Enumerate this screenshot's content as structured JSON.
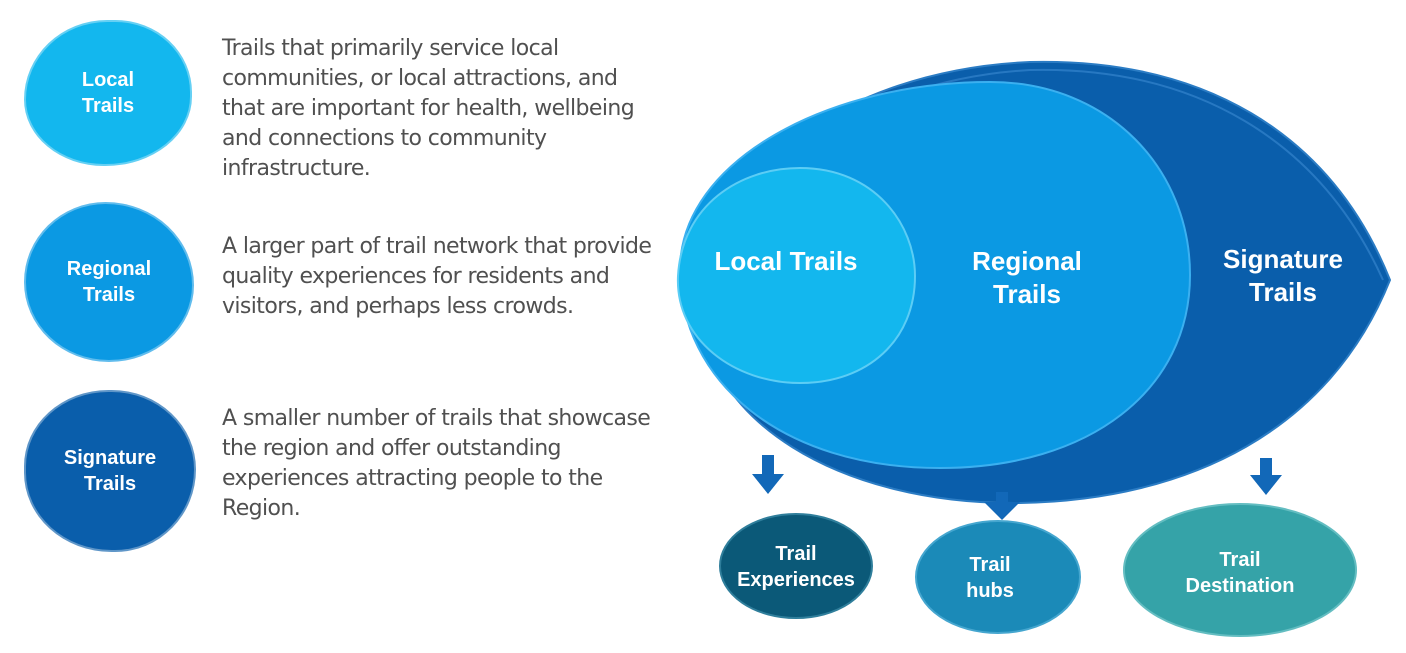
{
  "legend": [
    {
      "title": "Local\nTrails",
      "color": "#13b7ee",
      "description": "Trails that primarily service local communities, or local attractions, and that are important for health, wellbeing and connections to community infrastructure."
    },
    {
      "title": "Regional\nTrails",
      "color": "#0b99e3",
      "description": "A larger part of trail network that provide quality experiences for residents and visitors, and perhaps less crowds."
    },
    {
      "title": "Signature\nTrails",
      "color": "#0a5eab",
      "description": "A smaller number of trails that showcase the region and offer outstanding experiences attracting people to the Region."
    }
  ],
  "diagram": {
    "local_label": "Local Trails",
    "regional_label": [
      "Regional",
      "Trails"
    ],
    "signature_label": [
      "Signature",
      "Trails"
    ],
    "outcomes": [
      {
        "label": [
          "Trail",
          "Experiences"
        ],
        "color": "#0b5978"
      },
      {
        "label": [
          "Trail",
          "hubs"
        ],
        "color": "#1b8ab8"
      },
      {
        "label": [
          "Trail",
          "Destination"
        ],
        "color": "#35a3a8"
      }
    ],
    "colors": {
      "local": "#13b7ee",
      "regional": "#0b99e3",
      "signature": "#0a5eab",
      "arrow": "#1268b8"
    }
  }
}
